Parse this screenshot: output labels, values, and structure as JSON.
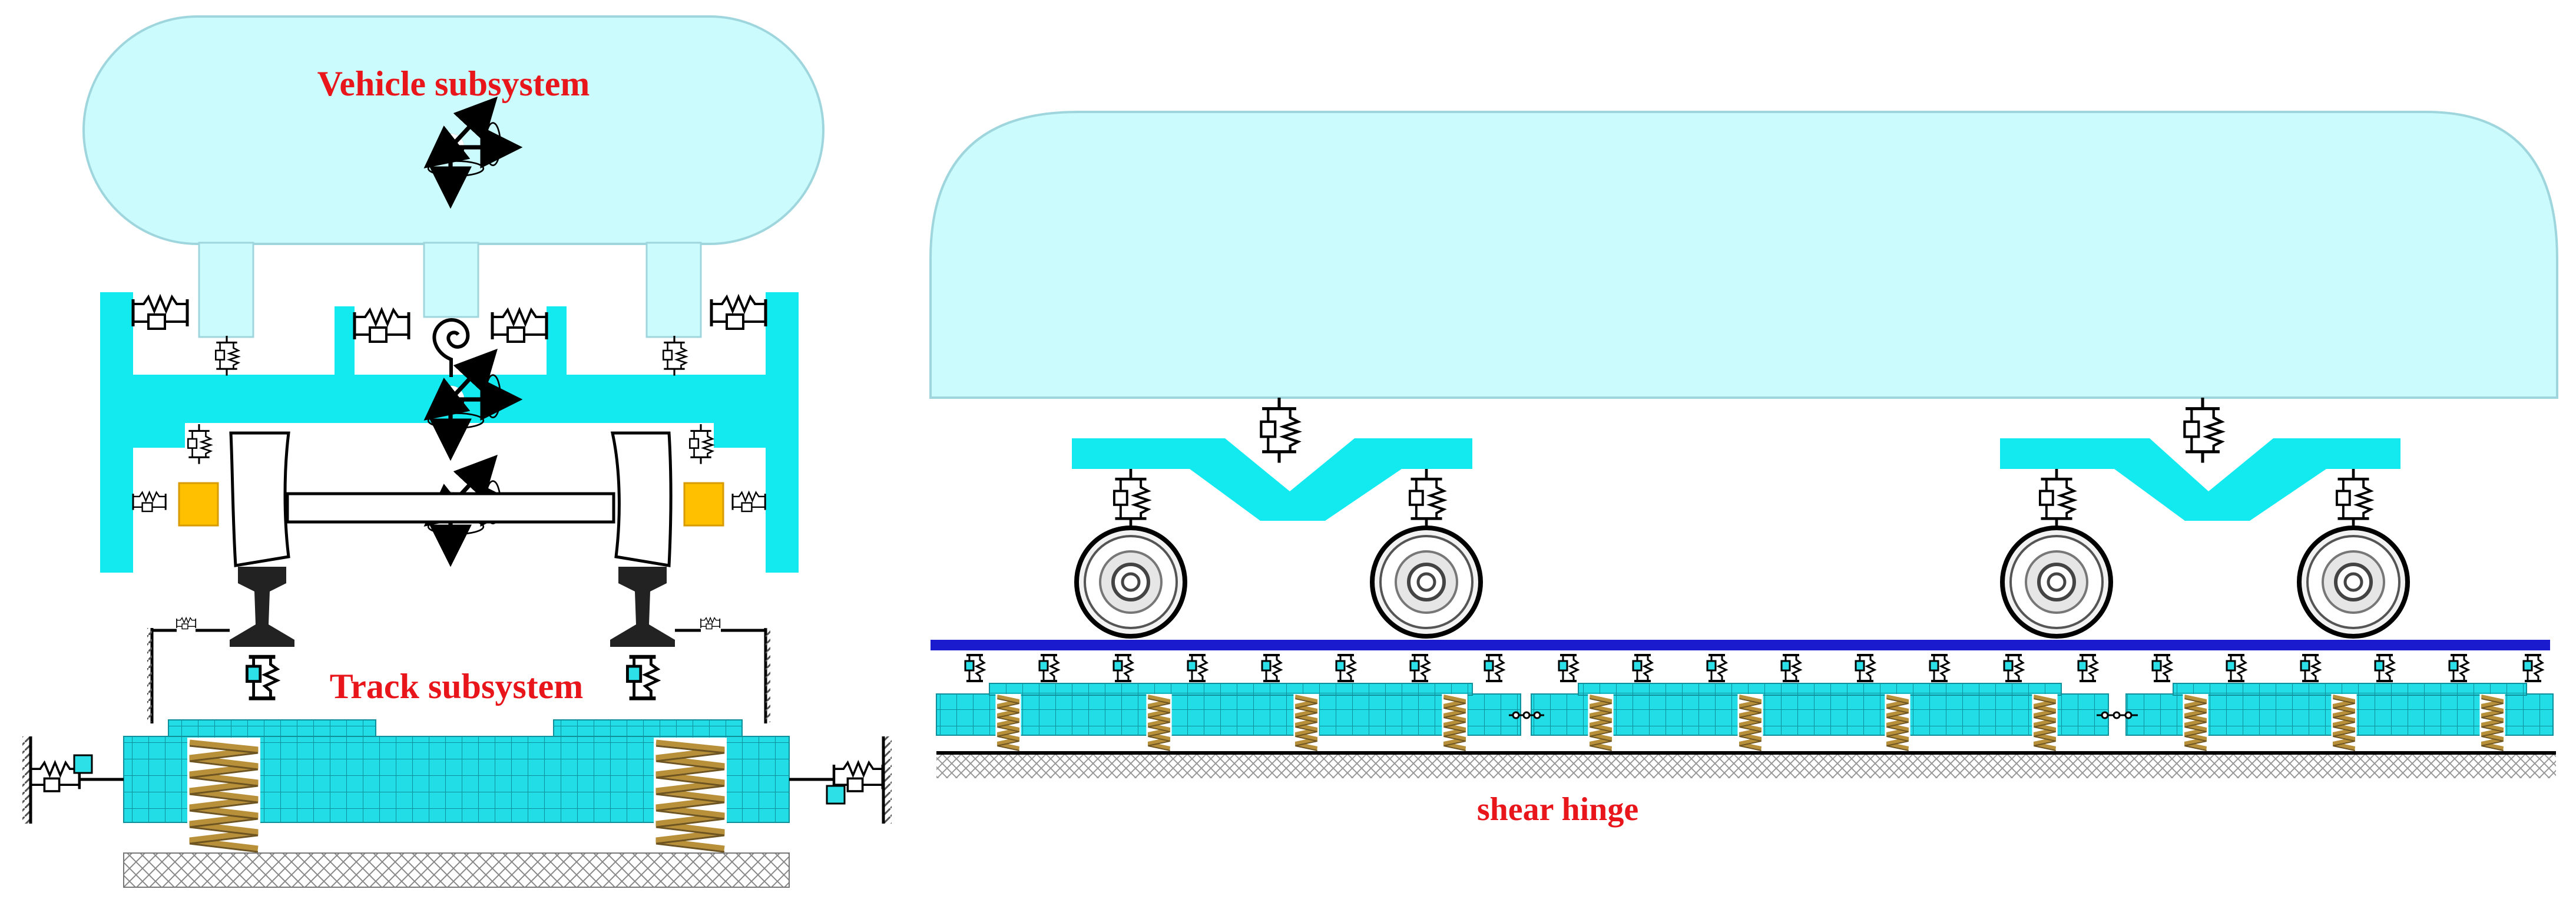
{
  "labels": {
    "vehicle_subsystem": "Vehicle subsystem",
    "track_subsystem": "Track subsystem",
    "shear_hinge": "shear hinge"
  },
  "colors": {
    "body_fill": "#cbfbfc",
    "body_stroke": "#9fd6de",
    "frame": "#13eaf0",
    "slab": "#22dce6",
    "rail": "#1a1acf",
    "spring_coil": "#b8903a",
    "axlebox": "#ffc000",
    "label": "#e8151b",
    "ground_hatch": "#888888"
  },
  "icons": {
    "dof_marker": "dof-arrows-icon",
    "spring_damper": "spring-damper-icon",
    "wheel": "wheel-icon",
    "torsion_spring": "spiral-torsion-icon",
    "coil_spring": "coil-spring-icon",
    "rail_profile": "rail-profile-icon"
  }
}
